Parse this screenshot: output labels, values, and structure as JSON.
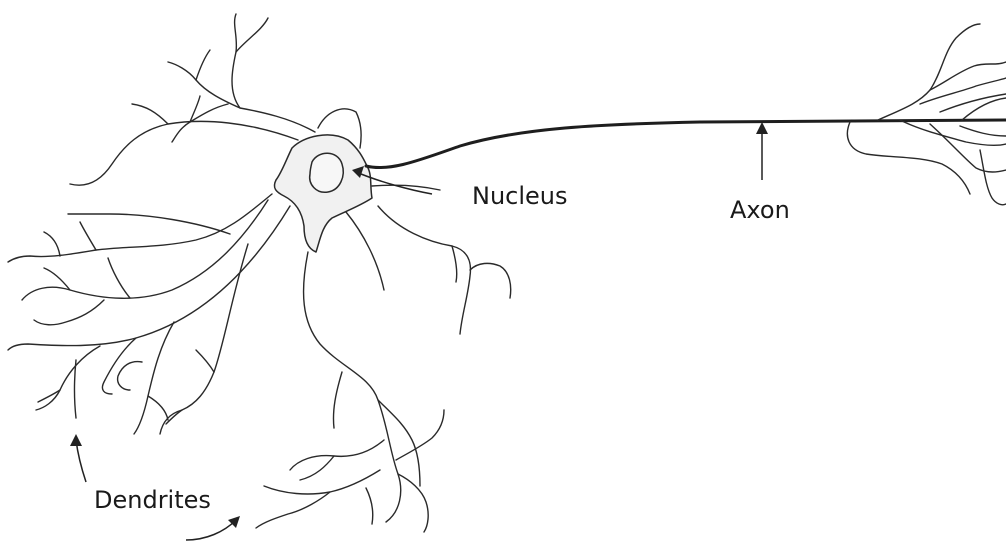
{
  "labels": {
    "nucleus": "Nucleus",
    "axon": "Axon",
    "dendrites": "Dendrites"
  },
  "colors": {
    "stroke": "#2a2a2a",
    "soma_fill": "#f1f1f1",
    "background": "#ffffff"
  }
}
